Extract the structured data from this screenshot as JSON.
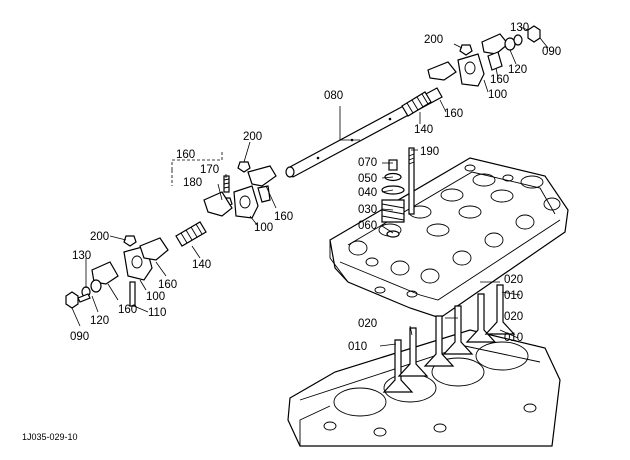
{
  "doc_code": "1J035-029-10",
  "labels": {
    "l080": "080",
    "l130_top": "130",
    "l090_top": "090",
    "l200_top": "200",
    "l120_top": "120",
    "l160_top_a": "160",
    "l100_top": "100",
    "l160_top_b": "160",
    "l140_right": "140",
    "l190": "190",
    "l070": "070",
    "l050": "050",
    "l040": "040",
    "l030": "030",
    "l060": "060",
    "l200_mid": "200",
    "l160_group": "160",
    "l170": "170",
    "l180": "180",
    "l160_mid": "160",
    "l100_mid": "100",
    "l200_left": "200",
    "l140_left": "140",
    "l130_left": "130",
    "l160_left_a": "160",
    "l100_left": "100",
    "l160_left_b": "160",
    "l110": "110",
    "l120_left": "120",
    "l090_left": "090",
    "l020_a": "020",
    "l010_a": "010",
    "l020_b": "020",
    "l010_b": "010",
    "l020_c": "020",
    "l010_c": "010"
  }
}
